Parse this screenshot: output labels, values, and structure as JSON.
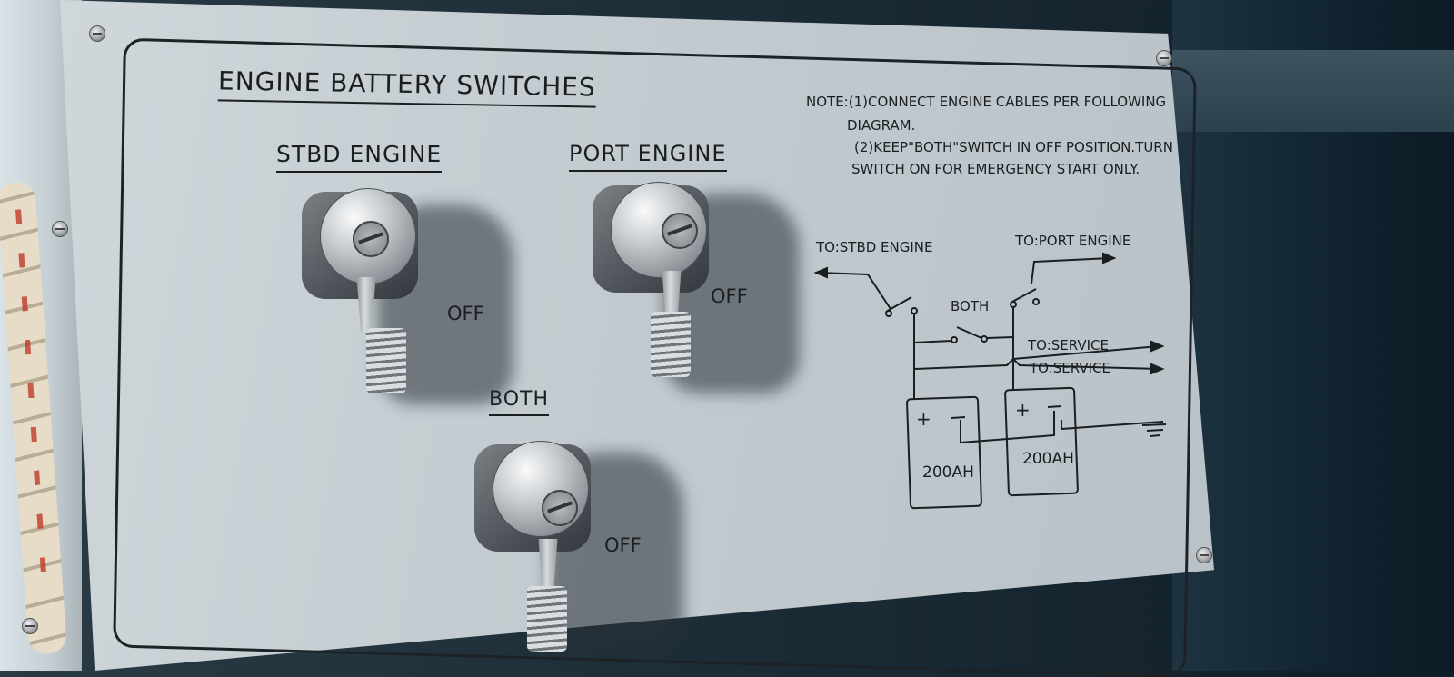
{
  "panel": {
    "title": "ENGINE BATTERY SWITCHES",
    "colors": {
      "plate": "#c4ccd1",
      "ink": "#1a1e21",
      "background": "#1b2b35"
    }
  },
  "switches": [
    {
      "id": "stbd",
      "label": "STBD ENGINE",
      "off_label": "OFF"
    },
    {
      "id": "port",
      "label": "PORT ENGINE",
      "off_label": "OFF"
    },
    {
      "id": "both",
      "label": "BOTH",
      "off_label": "OFF"
    }
  ],
  "note": {
    "line1": "NOTE:(1)CONNECT ENGINE CABLES PER FOLLOWING",
    "line2": "DIAGRAM.",
    "line3": "(2)KEEP\"BOTH\"SWITCH IN OFF POSITION.TURN",
    "line4": "SWITCH ON FOR EMERGENCY START ONLY."
  },
  "diagram": {
    "to_stbd": "TO:STBD ENGINE",
    "to_port": "TO:PORT ENGINE",
    "both": "BOTH",
    "service_1": "TO:SERVICE",
    "service_2": "TO:SERVICE",
    "battery_1": "200AH",
    "battery_2": "200AH"
  }
}
